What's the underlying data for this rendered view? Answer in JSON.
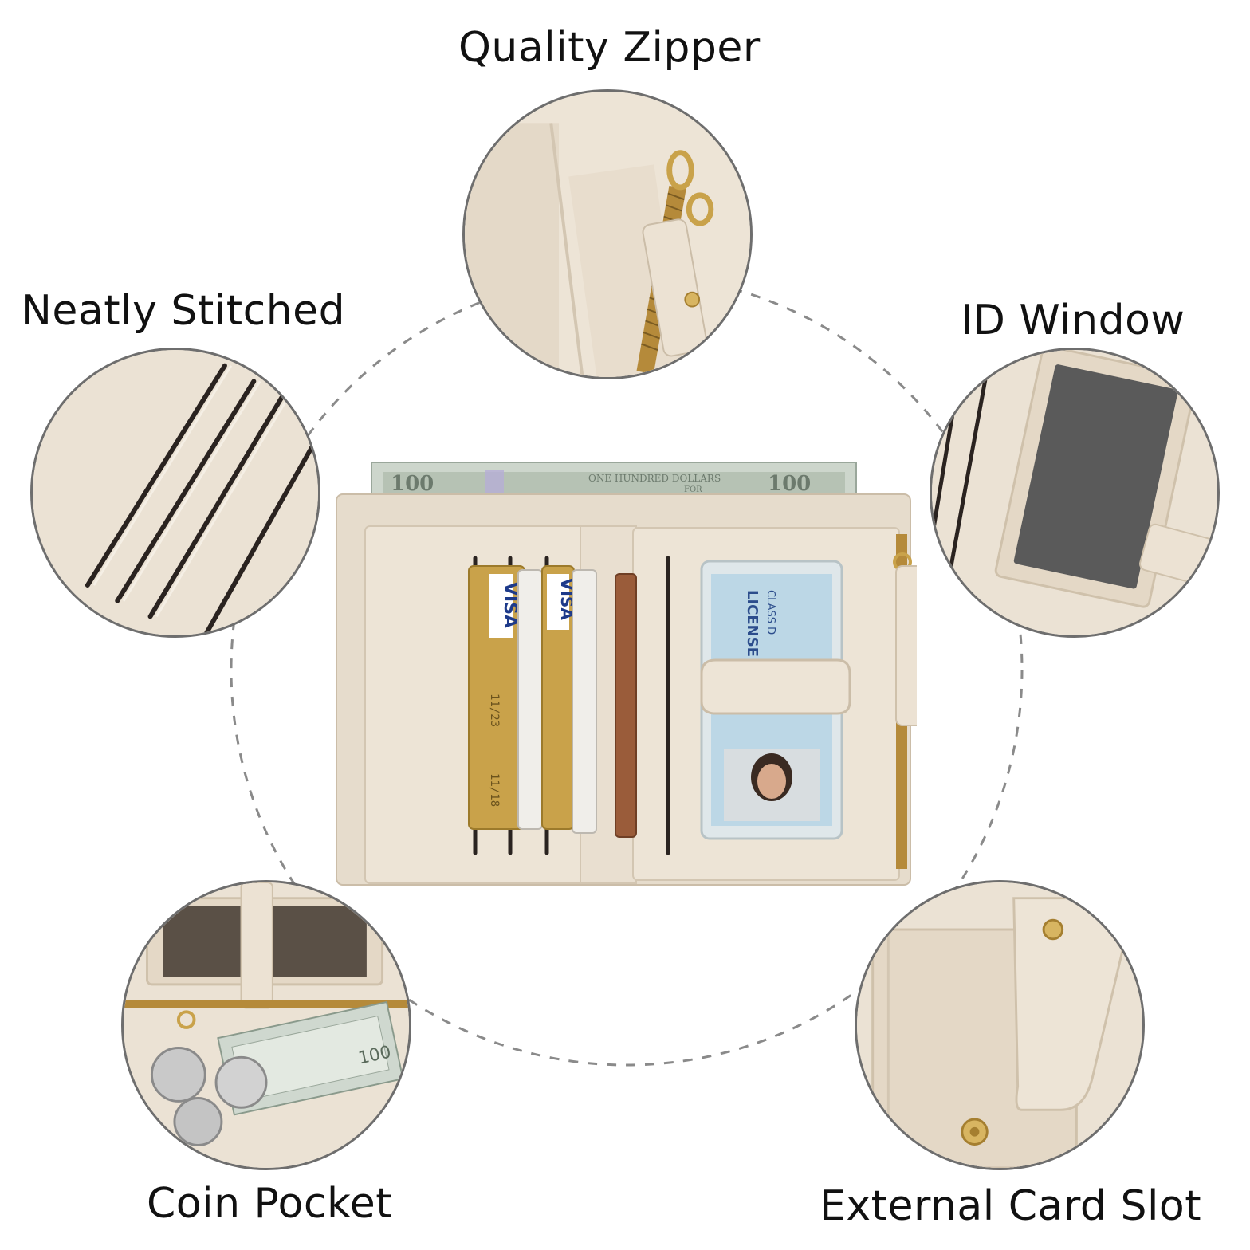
{
  "labels": {
    "quality_zipper": "Quality Zipper",
    "neatly_stitched": "Neatly Stitched",
    "id_window": "ID Window",
    "coin_pocket": "Coin Pocket",
    "external_card_slot": "External Card Slot"
  },
  "banknote": {
    "denomination": "100",
    "text": "ONE HUNDRED DOLLARS",
    "text_for": "FOR"
  },
  "cards": {
    "brand": "VISA",
    "expiry_1": "11/23",
    "expiry_2": "11/18"
  },
  "id_card": {
    "title": "LICENSE",
    "class": "CLASS D"
  },
  "colors": {
    "leather": "#ede4d6",
    "leather_shadow": "#d9cdbb",
    "slot": "#2a2320",
    "gold": "#c9a24a",
    "ring": "#6e6e6e",
    "dashed": "#8a8a8a",
    "id_window": "#5a5a5a"
  }
}
